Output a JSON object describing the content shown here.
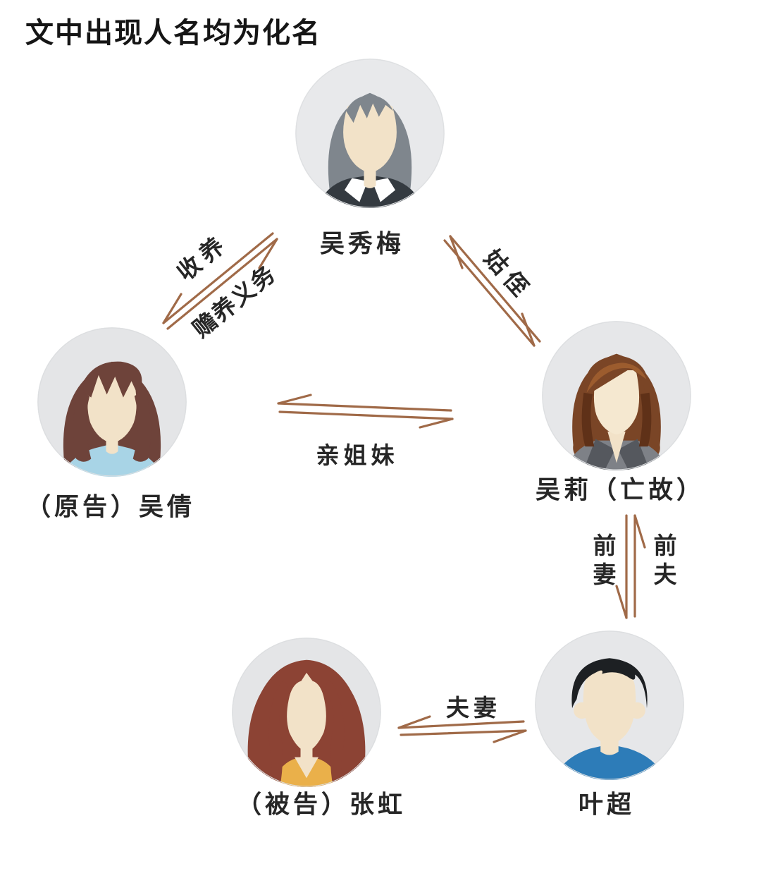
{
  "note": "文中出现人名均为化名",
  "persons": [
    {
      "id": "wu-xiumei",
      "name": "吴秀梅",
      "avatar": "gray-bob-woman-dark-jacket-white-collar"
    },
    {
      "id": "wu-qian",
      "name": "（原告）吴倩",
      "avatar": "brown-hair-woman-light-blue-top"
    },
    {
      "id": "wu-li",
      "name": "吴莉（亡故）",
      "avatar": "auburn-bob-woman-gray-blazer"
    },
    {
      "id": "zhang-hong",
      "name": "（被告）张虹",
      "avatar": "long-auburn-hair-woman-yellow-top"
    },
    {
      "id": "ye-chao",
      "name": "叶超",
      "avatar": "black-hair-man-blue-shirt"
    }
  ],
  "relations": [
    {
      "between": [
        "吴秀梅",
        "吴倩"
      ],
      "labels": {
        "adoption": "收养",
        "support": "赡养义务"
      }
    },
    {
      "between": [
        "吴秀梅",
        "吴莉"
      ],
      "labels": {
        "aunt_niece": "姑侄"
      }
    },
    {
      "between": [
        "吴倩",
        "吴莉"
      ],
      "labels": {
        "sisters": "亲姐妹"
      }
    },
    {
      "between": [
        "吴莉",
        "叶超"
      ],
      "labels": {
        "ex_wife": "前妻",
        "ex_husband": "前夫"
      }
    },
    {
      "between": [
        "张虹",
        "叶超"
      ],
      "labels": {
        "couple": "夫妻"
      }
    }
  ],
  "colors": {
    "arrow": "#a06a48",
    "text": "#262626",
    "avatar_background": "#e6e7e9",
    "skin": "#f2e2c8",
    "wu_xiumei_hair": "#7f868d",
    "wu_qian_hair": "#6e433a",
    "wu_qian_top": "#a8d4e6",
    "wu_li_hair": "#7a4526",
    "wu_li_blazer": "#7e8187",
    "zhang_hong_hair": "#8c4334",
    "zhang_hong_top": "#eab04a",
    "ye_chao_hair": "#1d2023",
    "ye_chao_shirt": "#2d7cb8"
  }
}
